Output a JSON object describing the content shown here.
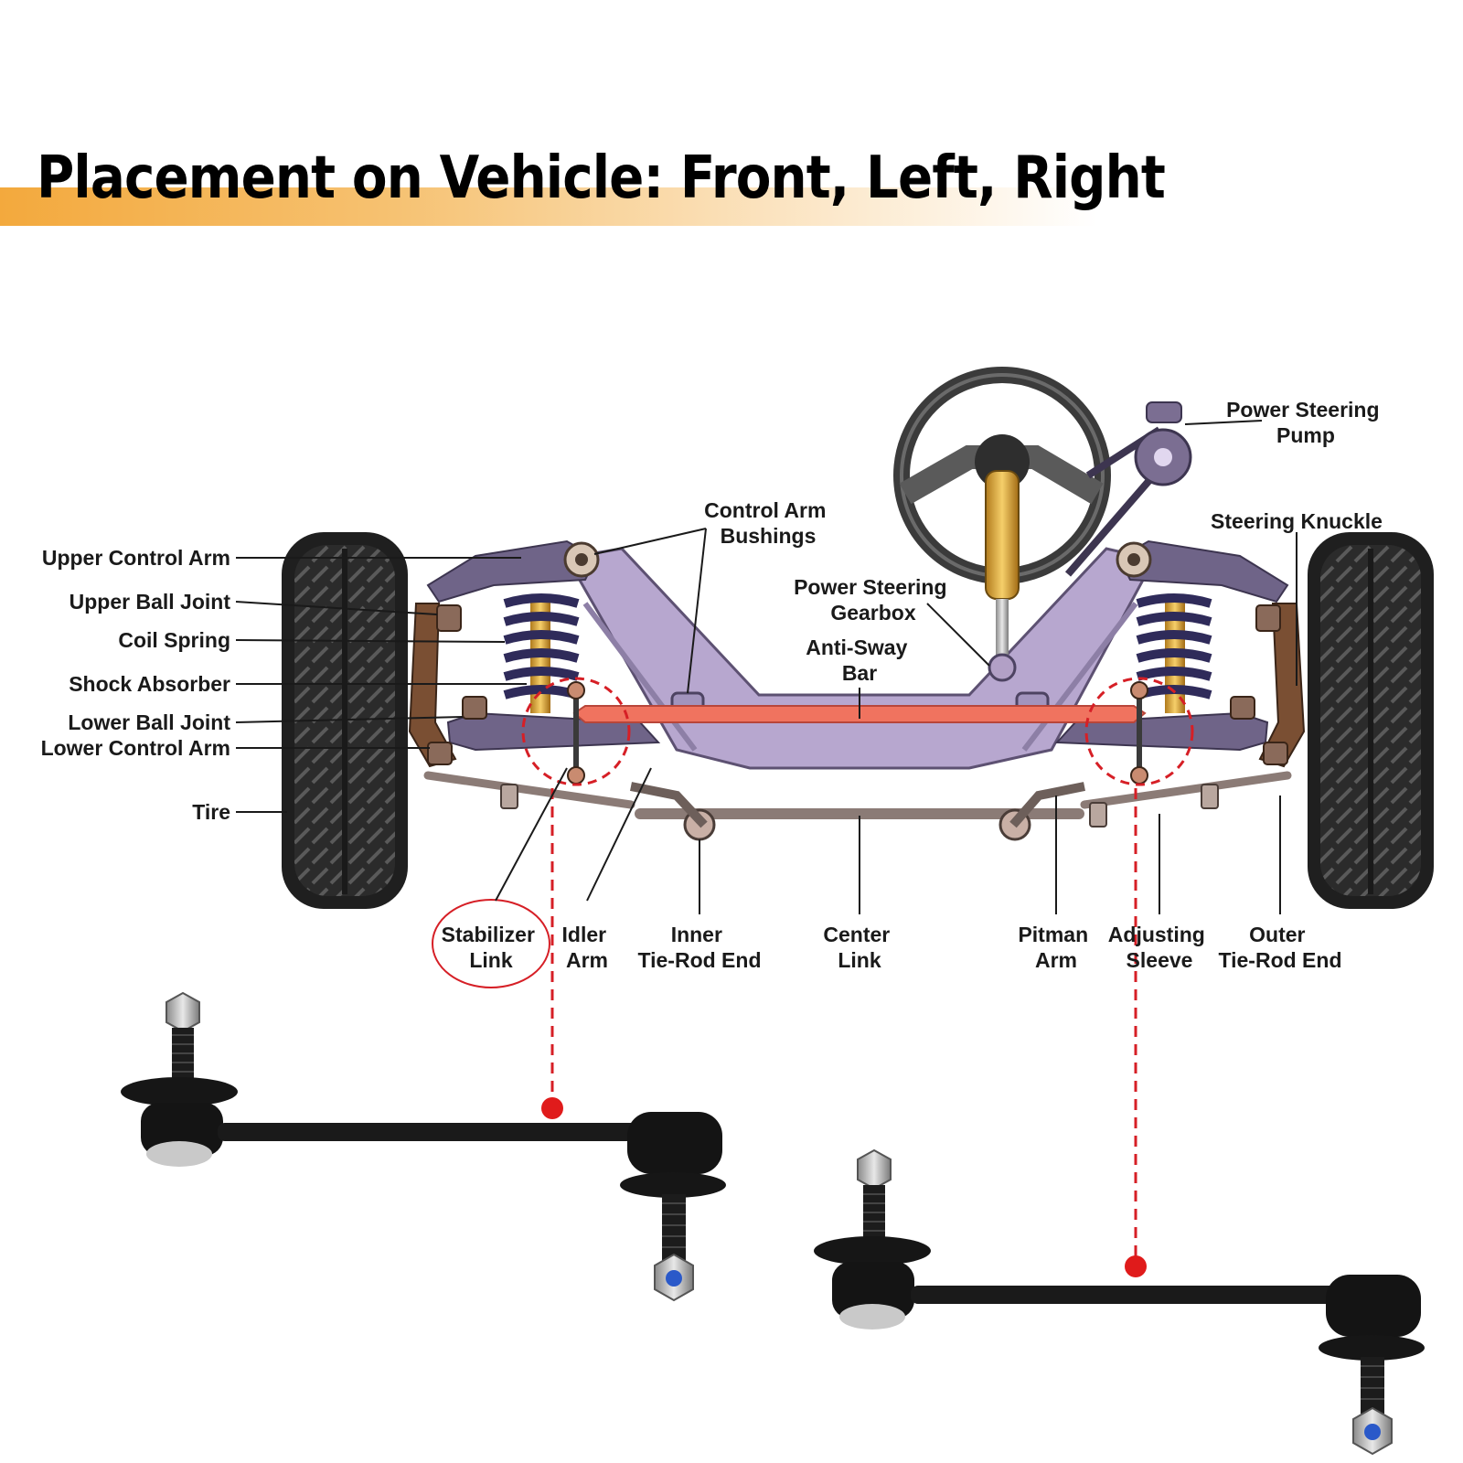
{
  "title": "Placement on Vehicle: Front, Left, Right",
  "colors": {
    "title_band": "#f3a93d",
    "highlight_red": "#d61f26",
    "frame_purple": "#b7a7cf",
    "arm_purple": "#7b6e92",
    "anti_sway_bar": "#f0735f",
    "shock_yellow": "#f2b23a",
    "tire_dark": "#2b2b2b"
  },
  "labels": {
    "upper_control_arm": "Upper Control Arm",
    "upper_ball_joint": "Upper Ball Joint",
    "coil_spring": "Coil Spring",
    "shock_absorber": "Shock Absorber",
    "lower_ball_joint": "Lower Ball Joint",
    "lower_control_arm": "Lower Control Arm",
    "tire": "Tire",
    "control_arm_bushings": [
      "Control Arm",
      "Bushings"
    ],
    "power_steering_gearbox": [
      "Power Steering",
      "Gearbox"
    ],
    "anti_sway_bar": [
      "Anti-Sway",
      "Bar"
    ],
    "power_steering_pump": [
      "Power Steering",
      "Pump"
    ],
    "steering_knuckle": "Steering Knuckle",
    "stabilizer_link": [
      "Stabilizer",
      "Link"
    ],
    "idler_arm": [
      "Idler",
      "Arm"
    ],
    "inner_tie_rod_end": [
      "Inner",
      "Tie-Rod End"
    ],
    "center_link": [
      "Center",
      "Link"
    ],
    "pitman_arm": [
      "Pitman",
      "Arm"
    ],
    "adjusting_sleeve": [
      "Adjusting",
      "Sleeve"
    ],
    "outer_tie_rod_end": [
      "Outer",
      "Tie-Rod End"
    ]
  }
}
